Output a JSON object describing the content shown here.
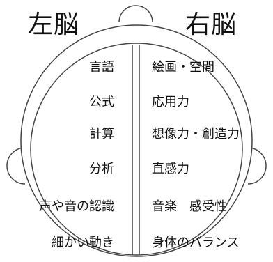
{
  "left_hemisphere": {
    "heading": "左脳",
    "functions": [
      "言語",
      "公式",
      "計算",
      "分析",
      "声や音の認識",
      "細かい動き"
    ]
  },
  "right_hemisphere": {
    "heading": "右脳",
    "functions": [
      "絵画・空間",
      "応用力",
      "想像力・創造力",
      "直感力",
      "音楽　感受性",
      "身体のバランス"
    ]
  },
  "colors": {
    "outline": "#444444",
    "text": "#111111",
    "background": "#ffffff"
  }
}
